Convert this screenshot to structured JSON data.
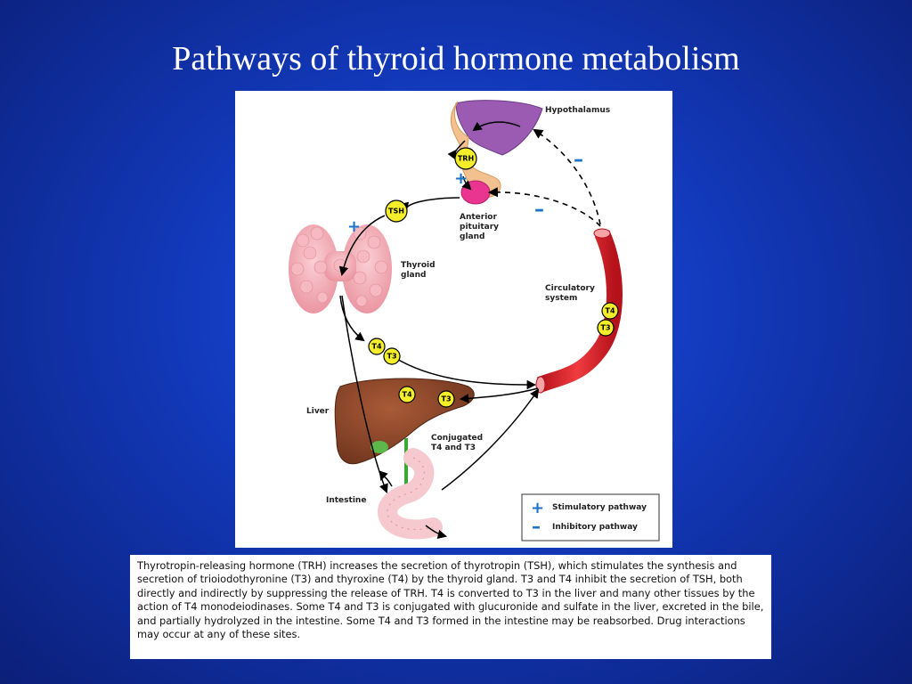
{
  "slide": {
    "title": "Pathways of thyroid hormone metabolism",
    "caption": "Thyrotropin-releasing hormone (TRH) increases the secretion of thyrotropin (TSH), which stimulates the synthesis and secretion of trioiodothyronine (T3) and thyroxine (T4) by the thyroid gland. T3 and T4 inhibit the secretion of TSH, both directly and indirectly by suppressing the release of TRH. T4 is converted to T3 in the liver and many other tissues by the action of T4 monodeiodinases. Some T4 and T3 is conjugated with glucuronide and sulfate in the liver, excreted in the bile, and partially hydrolyzed in the intestine. Some T4 and T3 formed in the intestine may be reabsorbed. Drug interactions may occur at any of these sites."
  },
  "diagram": {
    "labels": {
      "hypothalamus": "Hypothalamus",
      "anterior_pituitary": [
        "Anterior",
        "pituitary",
        "gland"
      ],
      "thyroid_gland": [
        "Thyroid",
        "gland"
      ],
      "circulatory_system": [
        "Circulatory",
        "system"
      ],
      "liver": "Liver",
      "conjugated": [
        "Conjugated",
        "T4 and T3"
      ],
      "intestine": "Intestine"
    },
    "badges": {
      "trh": "TRH",
      "tsh": "TSH",
      "t4": "T4",
      "t3": "T3"
    },
    "signs": {
      "plus": "+",
      "minus": "–"
    },
    "legend": {
      "stimulatory": "Stimulatory pathway",
      "inhibitory": "Inhibitory pathway"
    },
    "colors": {
      "stimulatory_sign": "#1a73c9",
      "inhibitory_sign": "#1a73c9",
      "badge_fill": "#f4ee2a",
      "vessel": "#d8232a",
      "hypothalamus": "#9b5bb3",
      "pituitary": "#e9358f",
      "thyroid": "#f3a9b2",
      "liver": "#8e4a2c",
      "intestine": "#f6c9cf",
      "bile_duct": "#39a935"
    }
  }
}
